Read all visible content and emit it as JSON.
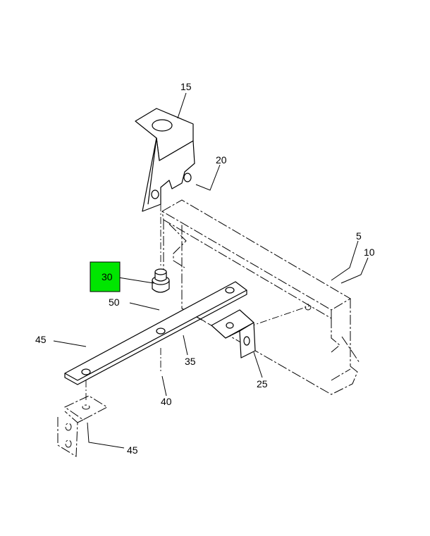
{
  "highlight_color": "#00e600",
  "callouts": {
    "c5": "5",
    "c10": "10",
    "c15": "15",
    "c20": "20",
    "c25": "25",
    "c30": "30",
    "c35": "35",
    "c40": "40",
    "c45a": "45",
    "c45b": "45",
    "c50": "50"
  },
  "highlighted_part": "30"
}
